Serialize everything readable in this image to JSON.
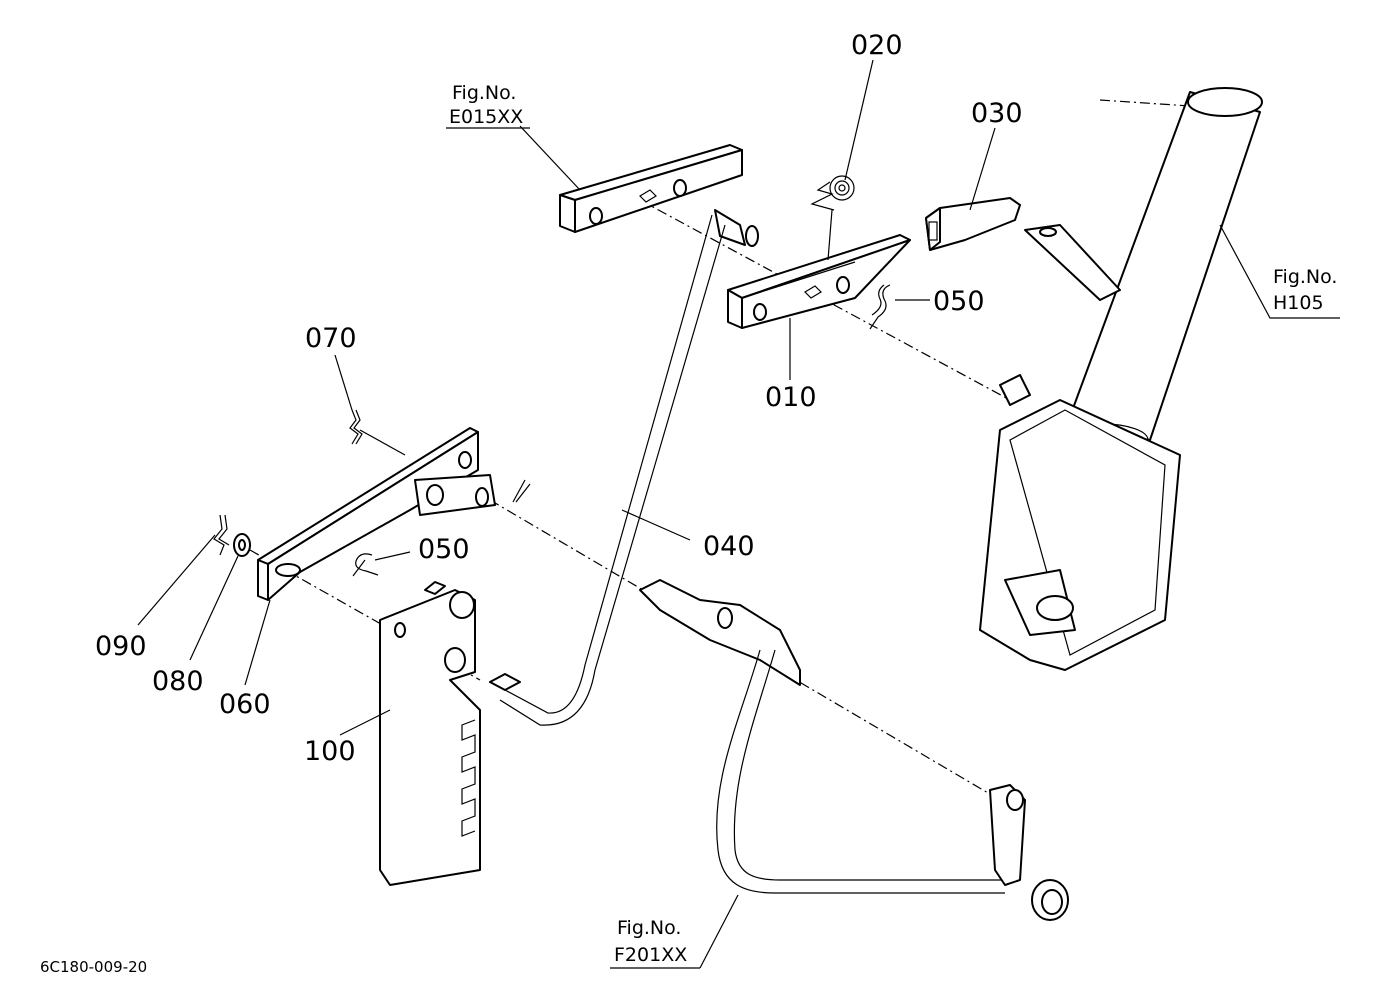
{
  "drawing_code": "6C180-009-20",
  "part_labels": {
    "p010": "010",
    "p020": "020",
    "p030": "030",
    "p040": "040",
    "p050a": "050",
    "p050b": "050",
    "p060": "060",
    "p070": "070",
    "p080": "080",
    "p090": "090",
    "p100": "100"
  },
  "figure_refs": {
    "e015": {
      "line1": "Fig.No.",
      "line2": "E015XX"
    },
    "h105": {
      "line1": "Fig.No.",
      "line2": "H105"
    },
    "f201": {
      "line1": "Fig.No.",
      "line2": "F201XX"
    }
  }
}
